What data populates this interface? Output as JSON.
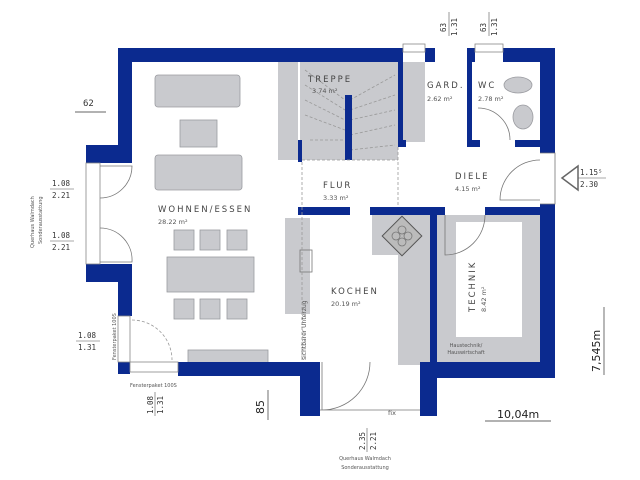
{
  "colors": {
    "walls": "#0b2a8f",
    "fixtures": "#c9cace"
  },
  "rooms": {
    "treppe": {
      "name": "TREPPE",
      "area": "3.74 m²"
    },
    "gard": {
      "name": "GARD.",
      "area": "2.62 m²"
    },
    "wc": {
      "name": "WC",
      "area": "2.78 m²"
    },
    "flur": {
      "name": "FLUR",
      "area": "3.33 m²"
    },
    "diele": {
      "name": "DIELE",
      "area": "4.15 m²"
    },
    "wohnen": {
      "name": "WOHNEN/ESSEN",
      "area": "28.22 m²"
    },
    "kochen": {
      "name": "KOCHEN",
      "area": "20.19 m²"
    },
    "technik": {
      "name": "TECHNIK",
      "area": "8.42 m²"
    }
  },
  "labels": {
    "haustechnik": "Haustechnik/",
    "hauswirtschaft": "Hauswirtschaft",
    "unterzug": "sichtbarer Unterzug",
    "fix": "fix",
    "fensterpaket_v": "Fensterpaket 100S",
    "fensterpaket_h": "Fensterpaket 100S",
    "querhaus_left_1": "Querhaus Walmdach",
    "querhaus_left_2": "Sonderausstattung",
    "querhaus_bottom_1": "Querhaus Walmdach",
    "querhaus_bottom_2": "Sonderausstattung"
  },
  "dimensions": {
    "top_gard": {
      "top": "63",
      "bottom": "1.31"
    },
    "top_wc": {
      "top": "63",
      "bottom": "1.31"
    },
    "wall_62": "62",
    "left_door_1": {
      "top": "1.08",
      "bottom": "2.21"
    },
    "left_door_2": {
      "top": "1.08",
      "bottom": "2.21"
    },
    "left_window": {
      "top": "1.08",
      "bottom": "1.31"
    },
    "bottom_window": {
      "top": "1.08",
      "bottom": "1.31"
    },
    "step_85": "85",
    "entrance": {
      "top": "1.15⁵",
      "bottom": "2.30"
    },
    "bottom_door": {
      "top": "2.35",
      "bottom": "2.21"
    },
    "width_total": "10,04m",
    "depth_total": "7,545m"
  }
}
